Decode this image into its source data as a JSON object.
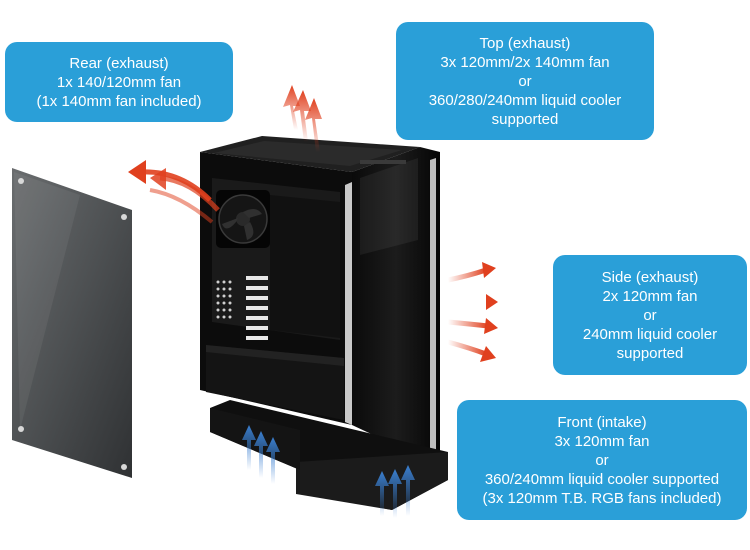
{
  "callouts": {
    "rear": {
      "lines": [
        "Rear (exhaust)",
        "1x 140/120mm fan",
        "(1x 140mm fan included)"
      ]
    },
    "top": {
      "lines": [
        "Top (exhaust)",
        "3x 120mm/2x 140mm fan",
        "or",
        "360/280/240mm liquid cooler",
        "supported"
      ]
    },
    "side": {
      "lines": [
        "Side (exhaust)",
        "2x 120mm fan",
        "or",
        "240mm liquid cooler",
        "supported"
      ]
    },
    "front": {
      "lines": [
        "Front (intake)",
        "3x 120mm fan",
        "or",
        "360/240mm liquid cooler supported",
        "(3x 120mm T.B. RGB fans included)"
      ]
    }
  },
  "colors": {
    "callout_bg": "#2a9fd8",
    "exhaust_arrow": "#e0401e",
    "intake_arrow": "#3a7fd0",
    "case_body": "#111111"
  }
}
